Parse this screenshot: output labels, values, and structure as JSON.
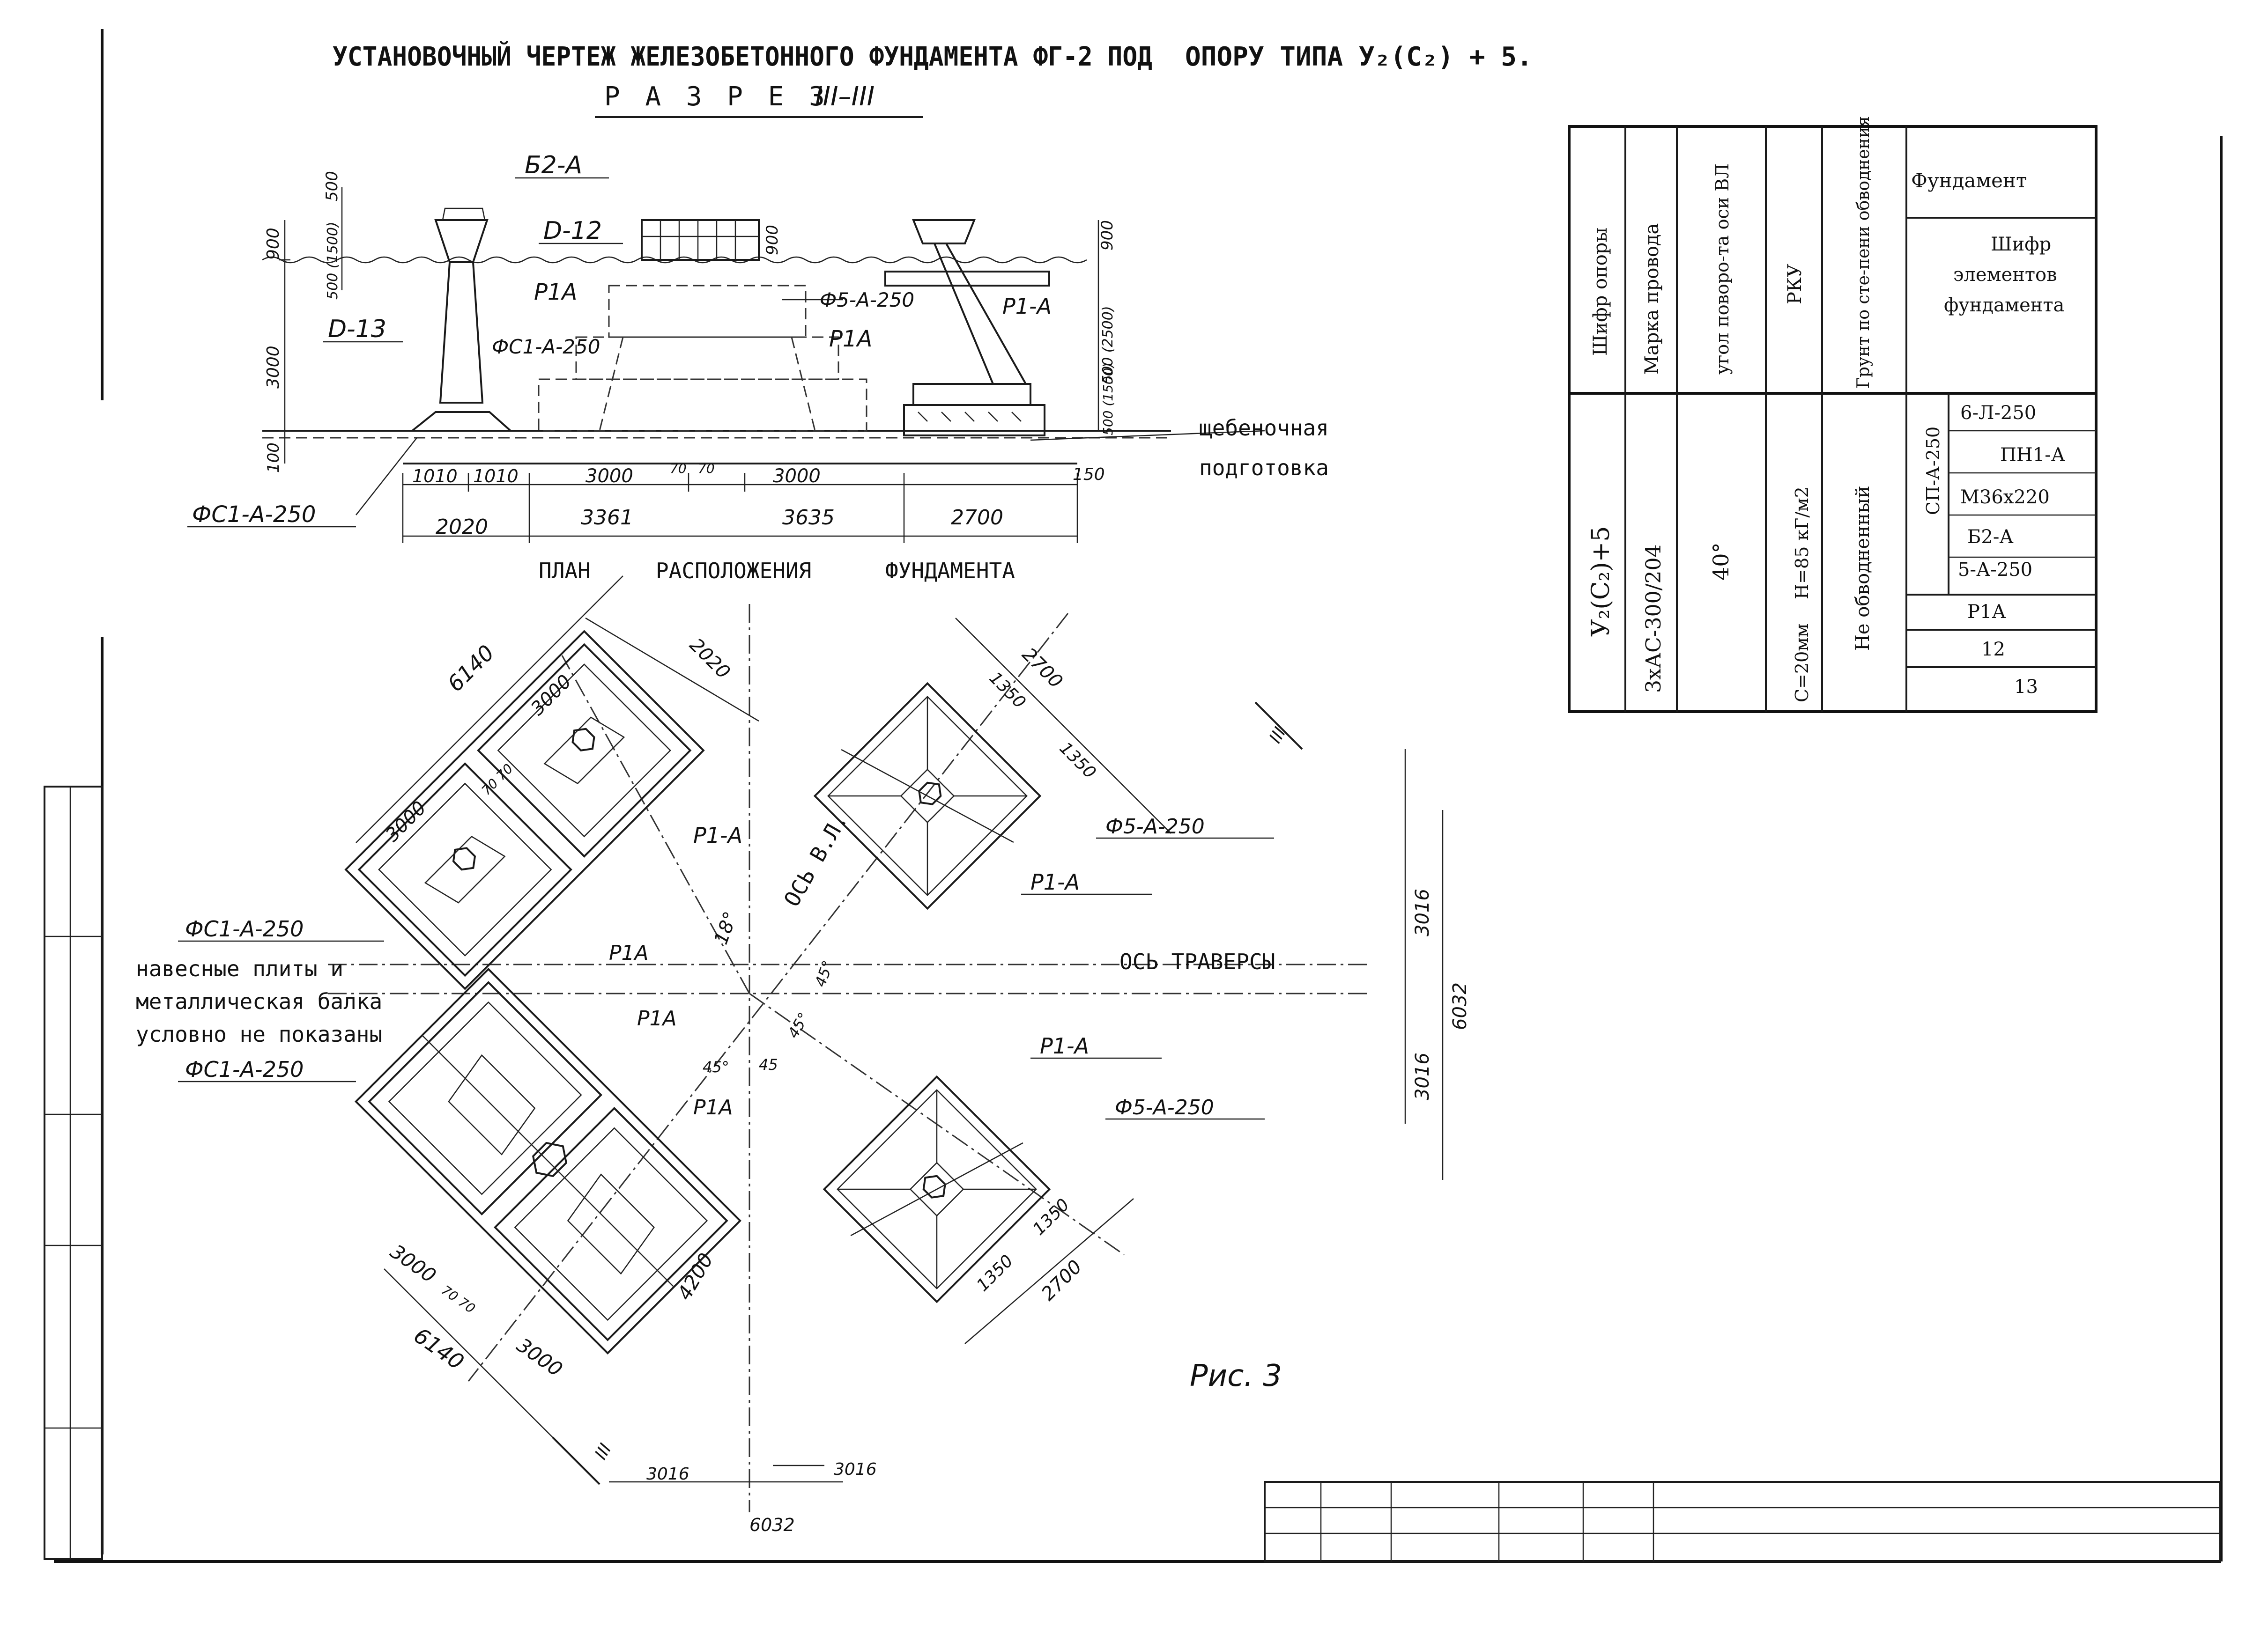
{
  "title": {
    "main": "УСТАНОВОЧНЫЙ ЧЕРТЕЖ ЖЕЛЕЗОБЕТОННОГО ФУНДАМЕНТА ФГ-2 ПОД",
    "support": "ОПОРУ ТИПА У₂(С₂) + 5.",
    "section": "Р А З Р Е З",
    "section_mark": "III–III"
  },
  "section_view": {
    "labels": {
      "b2a": "Б2-А",
      "d12": "D-12",
      "d13": "D-13",
      "p1a_left": "Р1А",
      "p1a_right": "Р1А",
      "f5a250": "Ф5-А-250",
      "p1a_dash": "Р1-А",
      "fs1a250_mid": "ФС1-А-250",
      "fs1a250_bottom": "ФС1-А-250",
      "gravel_1": "щебеночная",
      "gravel_2": "подготовка"
    },
    "vertical_dims": {
      "d900_l": "900",
      "d3000": "3000",
      "d100": "100",
      "d500_l": "500",
      "d500_1500": "500 (1500)",
      "d900_mid": "900",
      "d900_r": "900",
      "d2500": "500 (2500)",
      "d500_r": "500 (1500)"
    },
    "horizontal_dims": {
      "row1": [
        "1010",
        "1010",
        "3000",
        "70",
        "70",
        "3000",
        "150"
      ],
      "row2": [
        "2020",
        "3361",
        "3635",
        "2700"
      ]
    }
  },
  "plan_view": {
    "title_1": "ПЛАН",
    "title_2": "РАСПОЛОЖЕНИЯ",
    "title_3": "ФУНДАМЕНТА",
    "labels": {
      "d2020": "2020",
      "d6140_top": "6140",
      "d3000_a": "3000",
      "d3000_b": "3000",
      "d70_70": "70 70",
      "d2700_top": "2700",
      "d1350_a": "1350",
      "d1350_b": "1350",
      "p1a_1": "Р1-А",
      "p1a_2": "Р1А",
      "p1a_3": "Р1А",
      "p1a_4": "Р1А",
      "p1a_dash_1": "Р1-А",
      "p1a_dash_2": "Р1-А",
      "f5a250_1": "Ф5-А-250",
      "f5a250_2": "Ф5-А-250",
      "fs1_1": "ФС1-А-250",
      "fs1_2": "ФС1-А-250",
      "note_1": "навесные плиты и",
      "note_2": "металлическая балка",
      "note_3": "условно не показаны",
      "axis_vl": "ОСЬ В.Л.",
      "axis_traverse": "ОСЬ ТРАВЕРСЫ",
      "ang_18": "18°",
      "ang_45a": "45°",
      "ang_45b": "45",
      "ang_45c": "45°",
      "ang_45d": "45°",
      "d3016_r1": "3016",
      "d3016_r2": "3016",
      "d6032_r": "6032",
      "d3000_bl": "3000",
      "d70_70_bl": "70 70",
      "d6140_bl": "6140",
      "d3000_bl2": "3000",
      "d4200": "4200",
      "d1350_c": "1350",
      "d1350_d": "1350",
      "d2700_b": "2700",
      "d3016_b1": "3016",
      "d3016_b2": "3016",
      "d6032_b": "6032",
      "sec_mark_1": "III",
      "sec_mark_2": "III",
      "fig": "Рис. 3"
    }
  },
  "spec_table": {
    "headers": {
      "cipher": "Шифр опоры",
      "wire": "Марка провода",
      "angle": "угол поворо-та оси ВЛ",
      "rku": "РКУ",
      "soil": "Грунт по сте-пени обводнения",
      "foundation": "Фундамент",
      "elements": [
        "Шифр",
        "элементов",
        "фундамента"
      ]
    },
    "row": {
      "cipher": "У₂(С₂)+5",
      "wire": "3хАС-300/204",
      "angle": "40°",
      "rku_1": "С=20мм",
      "rku_2": "Н=85 кГ/м2",
      "soil": "Не обводненный",
      "group_label": "СП-А-250",
      "elements": [
        "6-Л-250",
        "ПН1-А",
        "М36х220",
        "Б2-А",
        "5-А-250",
        "Р1А",
        "12",
        "13"
      ]
    }
  }
}
